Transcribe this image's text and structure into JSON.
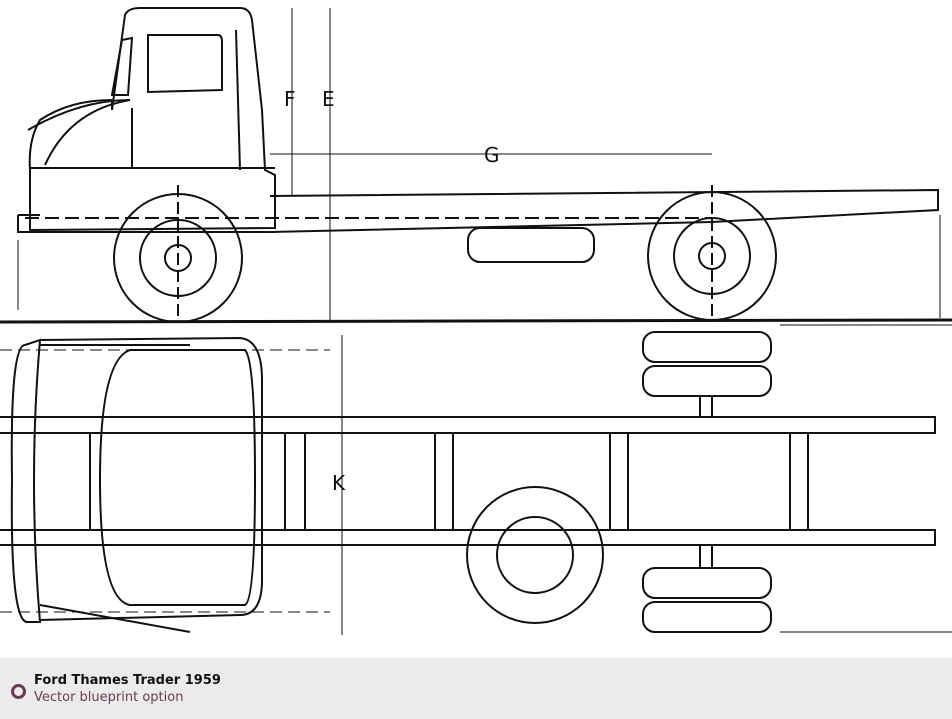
{
  "blueprint": {
    "labels": {
      "f": "F",
      "e": "E",
      "g": "G",
      "k": "K"
    }
  },
  "caption": {
    "title": "Ford Thames Trader 1959",
    "subtitle": "Vector blueprint option",
    "accent": "#6b3b55"
  }
}
